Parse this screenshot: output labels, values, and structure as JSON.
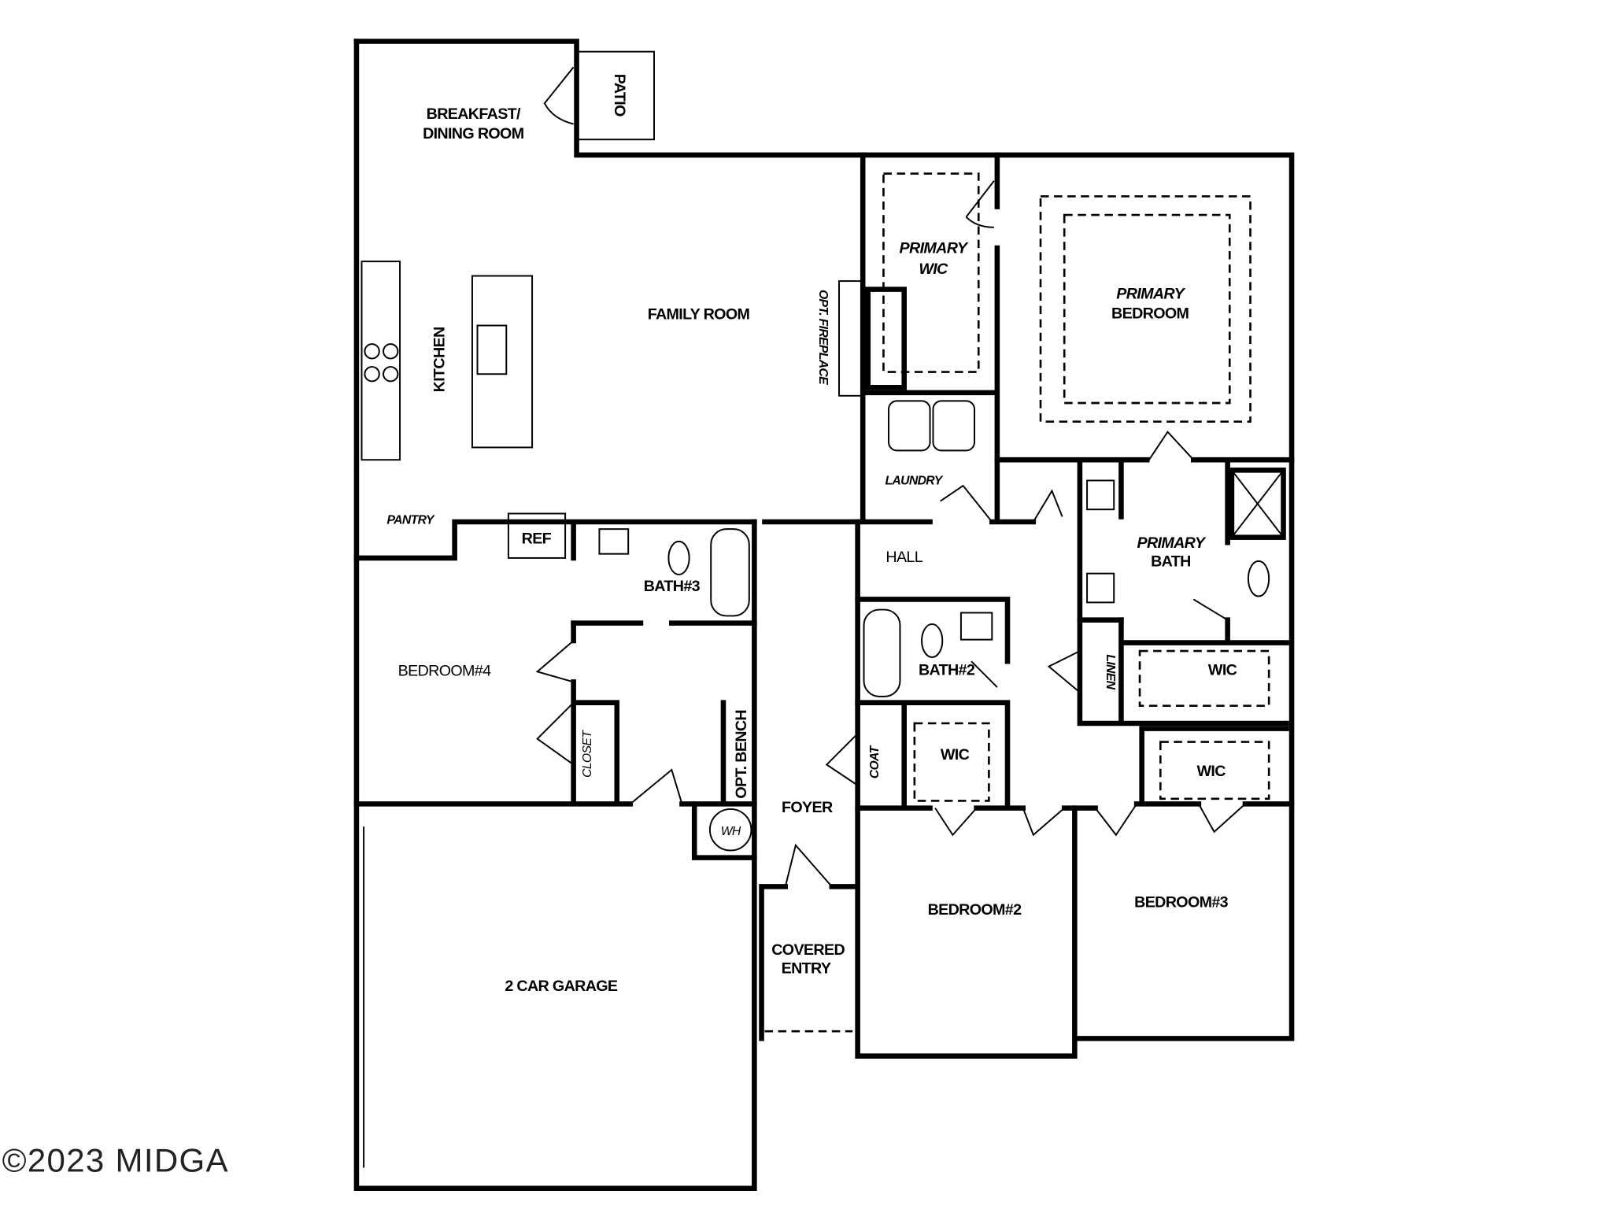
{
  "rooms": {
    "breakfast_1": "BREAKFAST/",
    "breakfast_2": "DINING ROOM",
    "patio": "PATIO",
    "kitchen": "KITCHEN",
    "family_room": "FAMILY ROOM",
    "fireplace": "OPT. FIREPLACE",
    "primary_wic_1": "PRIMARY",
    "primary_wic_2": "WIC",
    "primary_bedroom_1": "PRIMARY",
    "primary_bedroom_2": "BEDROOM",
    "laundry": "LAUNDRY",
    "pantry": "PANTRY",
    "ref": "REF",
    "bath3": "BATH#3",
    "hall": "HALL",
    "primary_bath_1": "PRIMARY",
    "primary_bath_2": "BATH",
    "bedroom4": "BEDROOM#4",
    "bath2": "BATH#2",
    "linen": "LINEN",
    "primary_bath_wic": "WIC",
    "closet": "CLOSET",
    "opt_bench": "OPT. BENCH",
    "coat": "COAT",
    "bedroom2_wic": "WIC",
    "bedroom3_wic": "WIC",
    "foyer": "FOYER",
    "water_heater": "WH",
    "bedroom2": "BEDROOM#2",
    "bedroom3": "BEDROOM#3",
    "covered_entry_1": "COVERED",
    "covered_entry_2": "ENTRY",
    "garage": "2 CAR GARAGE"
  },
  "watermark": "©2023 MIDGA"
}
